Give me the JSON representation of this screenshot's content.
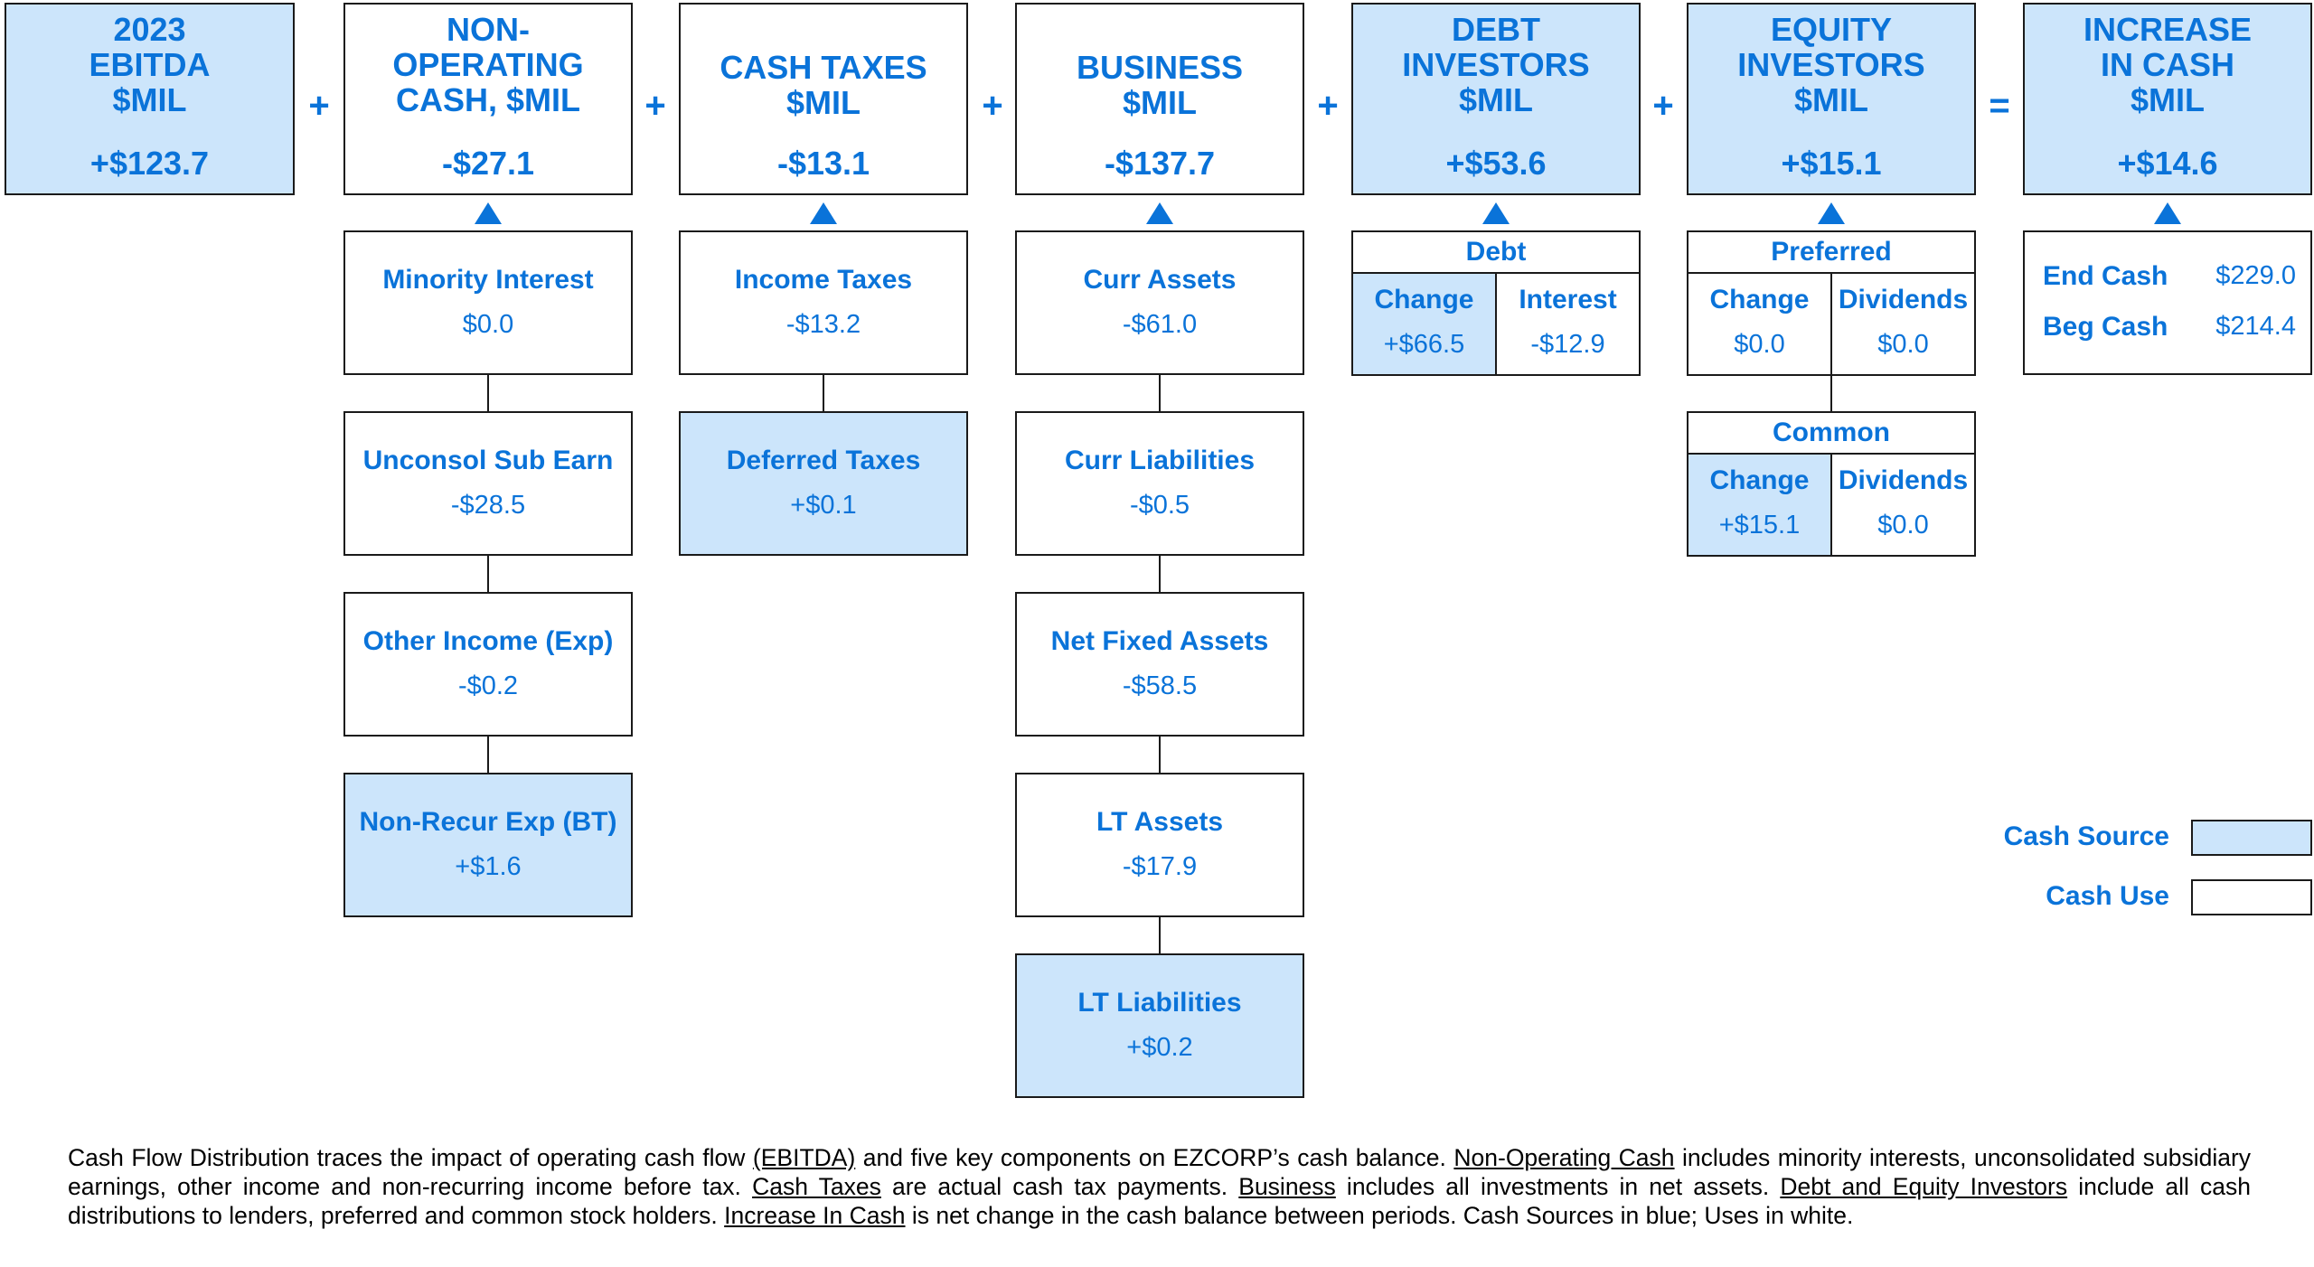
{
  "headers": [
    {
      "title_lines": [
        "2023",
        "EBITDA",
        "$MIL"
      ],
      "value": "+$123.7",
      "source": true
    },
    {
      "title_lines": [
        "NON-",
        "OPERATING",
        "CASH, $MIL"
      ],
      "value": "-$27.1",
      "source": false
    },
    {
      "title_lines": [
        "CASH TAXES",
        "$MIL"
      ],
      "value": "-$13.1",
      "source": false
    },
    {
      "title_lines": [
        "BUSINESS",
        "$MIL"
      ],
      "value": "-$137.7",
      "source": false
    },
    {
      "title_lines": [
        "DEBT",
        "INVESTORS",
        "$MIL"
      ],
      "value": "+$53.6",
      "source": true
    },
    {
      "title_lines": [
        "EQUITY",
        "INVESTORS",
        "$MIL"
      ],
      "value": "+$15.1",
      "source": true
    },
    {
      "title_lines": [
        "INCREASE",
        "IN CASH",
        "$MIL"
      ],
      "value": "+$14.6",
      "source": true
    }
  ],
  "operators": [
    "+",
    "+",
    "+",
    "+",
    "+",
    "="
  ],
  "non_operating": [
    {
      "label": "Minority Interest",
      "value": "$0.0",
      "source": false
    },
    {
      "label": "Unconsol Sub Earn",
      "value": "-$28.5",
      "source": false
    },
    {
      "label": "Other Income (Exp)",
      "value": "-$0.2",
      "source": false
    },
    {
      "label": "Non-Recur Exp (BT)",
      "value": "+$1.6",
      "source": true
    }
  ],
  "cash_taxes": [
    {
      "label": "Income Taxes",
      "value": "-$13.2",
      "source": false
    },
    {
      "label": "Deferred Taxes",
      "value": "+$0.1",
      "source": true
    }
  ],
  "business": [
    {
      "label": "Curr Assets",
      "value": "-$61.0",
      "source": false
    },
    {
      "label": "Curr Liabilities",
      "value": "-$0.5",
      "source": false
    },
    {
      "label": "Net Fixed Assets",
      "value": "-$58.5",
      "source": false
    },
    {
      "label": "LT Assets",
      "value": "-$17.9",
      "source": false
    },
    {
      "label": "LT Liabilities",
      "value": "+$0.2",
      "source": true
    }
  ],
  "debt": {
    "title": "Debt",
    "change": {
      "label": "Change",
      "value": "+$66.5",
      "source": true
    },
    "interest": {
      "label": "Interest",
      "value": "-$12.9",
      "source": false
    }
  },
  "preferred": {
    "title": "Preferred",
    "change": {
      "label": "Change",
      "value": "$0.0",
      "source": false
    },
    "dividends": {
      "label": "Dividends",
      "value": "$0.0",
      "source": false
    }
  },
  "common": {
    "title": "Common",
    "change": {
      "label": "Change",
      "value": "+$15.1",
      "source": true
    },
    "dividends": {
      "label": "Dividends",
      "value": "$0.0",
      "source": false
    }
  },
  "cash_balance": {
    "end_label": "End Cash",
    "end_value": "$229.0",
    "beg_label": "Beg Cash",
    "beg_value": "$214.4"
  },
  "legend": {
    "source_label": "Cash Source",
    "use_label": "Cash Use"
  },
  "colors": {
    "source_fill": "#cce5fb",
    "use_fill": "#ffffff",
    "text_blue": "#0a73d9"
  },
  "caption": {
    "p1": "Cash Flow Distribution traces the impact of operating cash flow ",
    "u1": "(EBITDA)",
    "p2": " and five key components on EZCORP’s cash balance. ",
    "u2": "Non-Operating  Cash",
    "p3": " includes minority interests, unconsolidated subsidiary earnings, other income and non-recurring  income before tax. ",
    "u3": "Cash Taxes",
    "p4": " are actual cash tax payments. ",
    "u4": "Business",
    "p5": " includes all investments in net assets. ",
    "u5": "Debt and Equity Investors",
    "p6": " include all cash distributions to lenders, preferred and common stock holders. ",
    "u6": "Increase In Cash",
    "p7": " is net change in the cash balance between periods. Cash Sources in blue; Uses in white."
  }
}
